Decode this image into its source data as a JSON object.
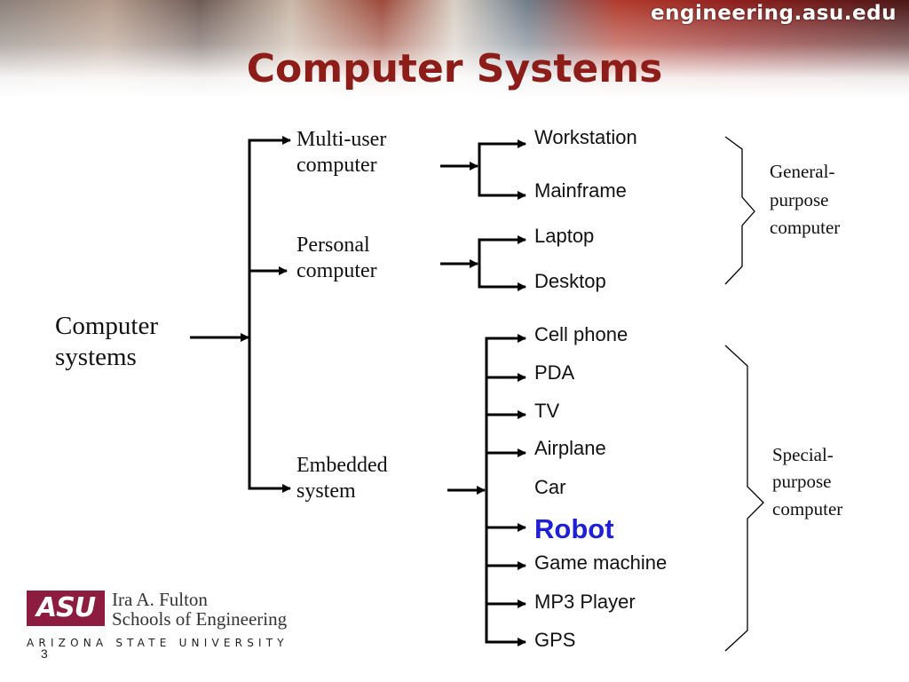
{
  "header": {
    "site": "engineering.asu.edu",
    "title": "Computer Systems"
  },
  "root": {
    "line1": "Computer",
    "line2": "systems"
  },
  "categories": [
    {
      "line1": "Multi-user",
      "line2": "computer"
    },
    {
      "line1": "Personal",
      "line2": "computer"
    },
    {
      "line1": "Embedded",
      "line2": "system"
    }
  ],
  "leaves": {
    "multi_user": [
      "Workstation",
      "Mainframe"
    ],
    "personal": [
      "Laptop",
      "Desktop"
    ],
    "embedded": [
      "Cell phone",
      "PDA",
      "TV",
      "Airplane",
      "Car",
      "Robot",
      "Game machine",
      "MP3 Player",
      "GPS"
    ]
  },
  "groups": {
    "general": {
      "line1": "General-",
      "line2": "purpose",
      "line3": "computer"
    },
    "special": {
      "line1": "Special-",
      "line2": "purpose",
      "line3": "computer"
    }
  },
  "footer": {
    "logo": "ASU",
    "school_line1": "Ira A. Fulton",
    "school_line2": "Schools of Engineering",
    "university": "ARIZONA STATE UNIVERSITY",
    "page_number": "3"
  },
  "colors": {
    "title": "#8c1d18",
    "robot": "#1f1fd6",
    "asu_maroon": "#8c1d40"
  }
}
